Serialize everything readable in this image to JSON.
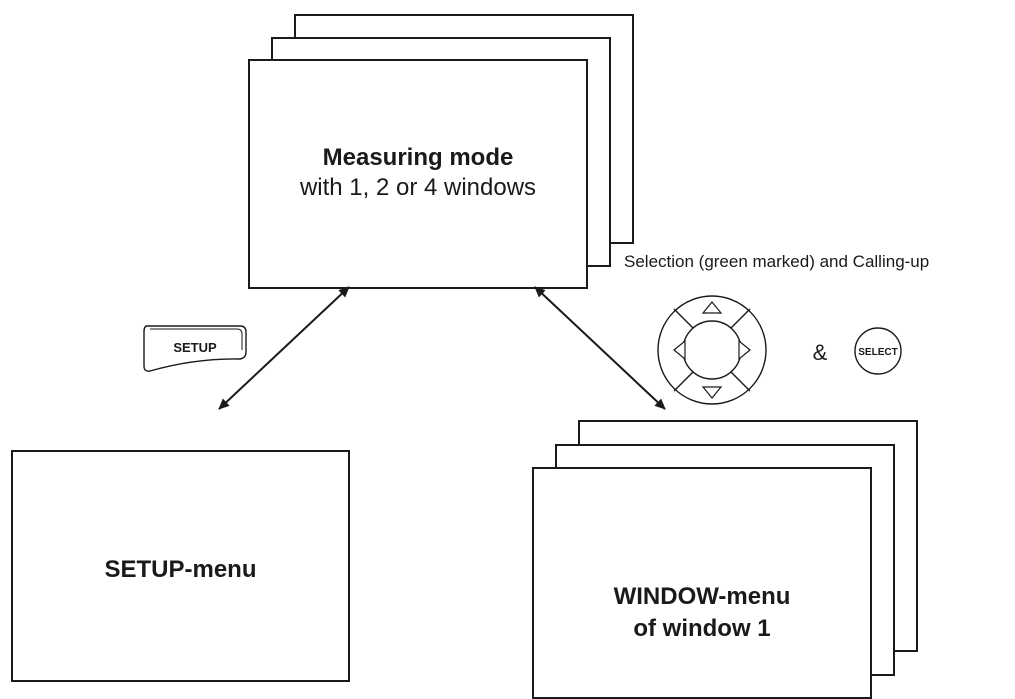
{
  "measuring_mode": {
    "title": "Measuring mode",
    "subtitle": "with 1, 2 or 4 windows"
  },
  "setup_menu": {
    "label": "SETUP-menu"
  },
  "window_menu": {
    "line1": "WINDOW-menu",
    "line2": "of window 1"
  },
  "setup_key": {
    "label": "SETUP"
  },
  "selection_caption": "Selection (green marked) and Calling-up",
  "ampersand": "&",
  "select_key": {
    "label": "SELECT"
  },
  "arrow_keys": [
    "up-arrow-icon",
    "down-arrow-icon",
    "left-arrow-icon",
    "right-arrow-icon"
  ]
}
